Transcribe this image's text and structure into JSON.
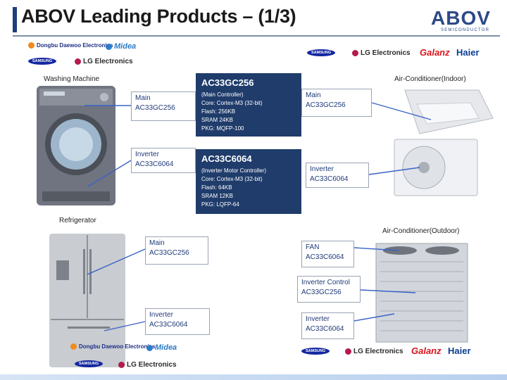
{
  "header": {
    "title": "ABOV Leading Products – (1/3)",
    "logo_text": "ABOV",
    "logo_sub": "SEMICONDUCTOR"
  },
  "brands": {
    "dongbu": "Dongbu Daewoo Electronics",
    "midea": "Midea",
    "samsung": "SAMSUNG",
    "lg": "LG Electronics",
    "galanz": "Galanz",
    "haier": "Haier"
  },
  "categories": {
    "washing_machine": "Washing Machine",
    "air_conditioner_indoor": "Air-Conditioner(Indoor)",
    "refrigerator": "Refrigerator",
    "air_conditioner_outdoor": "Air-Conditioner(Outdoor)"
  },
  "spec_boxes": [
    {
      "title": "AC33GC256",
      "lines": [
        "(Main Controller)",
        "Core: Cortex-M3 (32-bit)",
        "Flash: 256KB",
        "SRAM 24KB",
        "PKG: MQFP-100"
      ]
    },
    {
      "title": "AC33C6064",
      "lines": [
        "(Inverter Motor Controller)",
        "Core: Cortex-M3 (32-bit)",
        "Flash: 64KB",
        "SRAM 12KB",
        "PKG: LQFP-64"
      ]
    }
  ],
  "callouts": {
    "wm_main": [
      "Main",
      "AC33GC256"
    ],
    "wm_inverter": [
      "Inverter",
      "AC33C6064"
    ],
    "aci_main": [
      "Main",
      "AC33GC256"
    ],
    "aci_inverter": [
      "Inverter",
      "AC33C6064"
    ],
    "ref_main": [
      "Main",
      "AC33GC256"
    ],
    "ref_inverter": [
      "Inverter",
      "AC33C6064"
    ],
    "aco_fan": [
      "FAN",
      "AC33C6064"
    ],
    "aco_inv_ctrl": [
      "Inverter Control",
      "AC33GC256"
    ],
    "aco_inverter": [
      "Inverter",
      "AC33C6064"
    ]
  }
}
